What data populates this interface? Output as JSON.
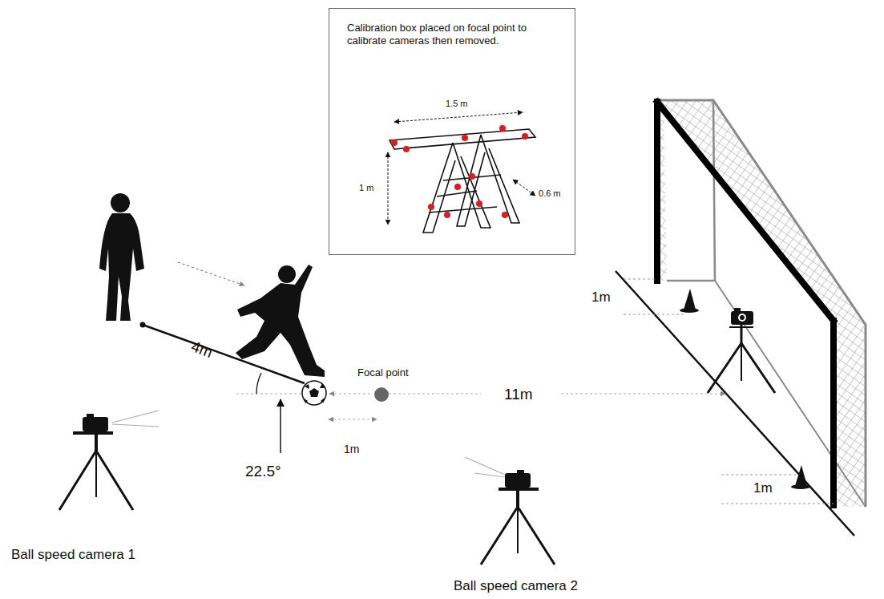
{
  "diagram": {
    "nodes": [
      {
        "text": [
          "Calibration box placed on focal point to calibrate cameras then removed."
        ]
      }
    ],
    "labels": [
      "1.5 m",
      "1 m",
      "0.6 m",
      "4m",
      "22.5°",
      "Focal point",
      "1m",
      "11m",
      "1m",
      "1m",
      "Ball speed camera 1",
      "Ball speed camera 2"
    ]
  }
}
